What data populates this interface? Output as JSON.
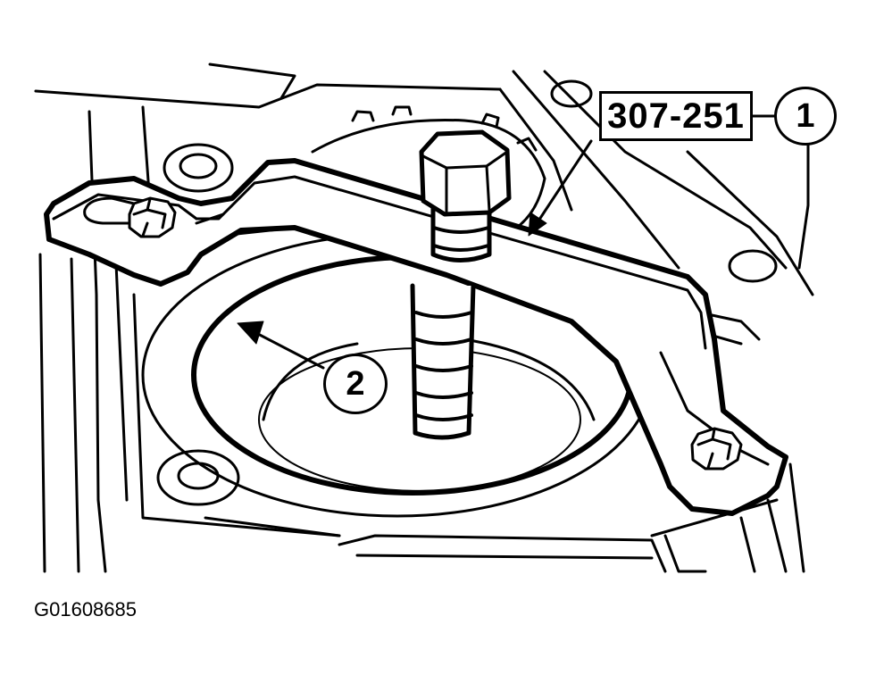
{
  "diagram": {
    "tool_number": "307-251",
    "callouts": [
      {
        "number": "1"
      },
      {
        "number": "2"
      }
    ],
    "figure_id": "G01608685"
  }
}
